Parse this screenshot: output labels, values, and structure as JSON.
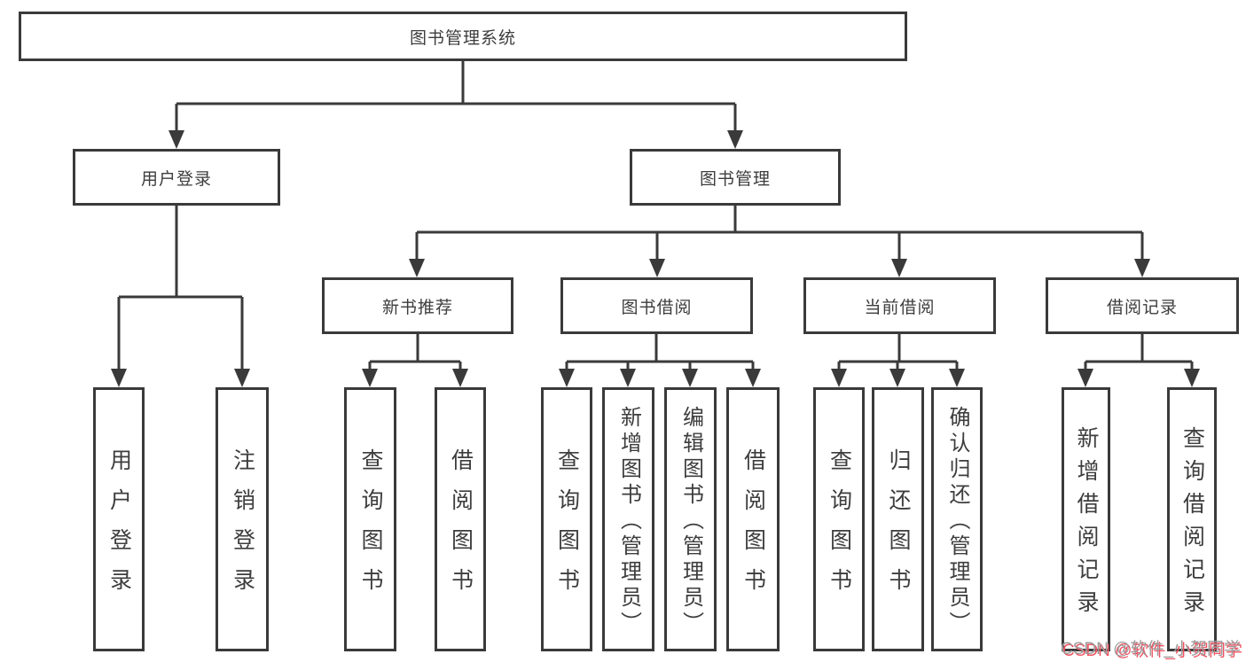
{
  "diagram_type": "hierarchy-tree",
  "colors": {
    "line": "#3a3a3a",
    "box_border": "#3a3a3a",
    "text": "#3d3d3d",
    "background": "#ffffff",
    "watermark_gray": "#9c9c9c",
    "watermark_red": "#ef5362"
  },
  "tree": {
    "root": {
      "label": "图书管理系统"
    },
    "children": [
      {
        "label": "用户登录",
        "children": [
          {
            "label": "用户登录"
          },
          {
            "label": "注销登录"
          }
        ]
      },
      {
        "label": "图书管理",
        "children": [
          {
            "label": "新书推荐",
            "children": [
              {
                "label": "查询图书"
              },
              {
                "label": "借阅图书"
              }
            ]
          },
          {
            "label": "图书借阅",
            "children": [
              {
                "label": "查询图书"
              },
              {
                "label": "新增图书（管理员）"
              },
              {
                "label": "编辑图书（管理员）"
              },
              {
                "label": "借阅图书"
              }
            ]
          },
          {
            "label": "当前借阅",
            "children": [
              {
                "label": "查询图书"
              },
              {
                "label": "归还图书"
              },
              {
                "label": "确认归还（管理员）"
              }
            ]
          },
          {
            "label": "借阅记录",
            "children": [
              {
                "label": "新增借阅记录"
              },
              {
                "label": "查询借阅记录"
              }
            ]
          }
        ]
      }
    ]
  },
  "watermark": {
    "text": "CSDN @软件_小贺同学"
  }
}
